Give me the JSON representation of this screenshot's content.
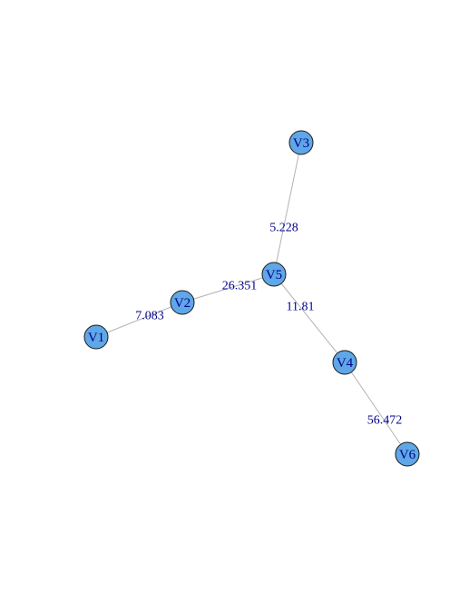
{
  "graph": {
    "colors": {
      "node_fill": "#5fa7e6",
      "node_stroke": "#1a1a1a",
      "edge": "#b3b3b3",
      "label": "#00008b"
    },
    "nodes": [
      {
        "id": "V1",
        "label": "V1"
      },
      {
        "id": "V2",
        "label": "V2"
      },
      {
        "id": "V3",
        "label": "V3"
      },
      {
        "id": "V4",
        "label": "V4"
      },
      {
        "id": "V5",
        "label": "V5"
      },
      {
        "id": "V6",
        "label": "V6"
      }
    ],
    "edges": [
      {
        "source": "V1",
        "target": "V2",
        "weight": "7.083"
      },
      {
        "source": "V2",
        "target": "V5",
        "weight": "26.351"
      },
      {
        "source": "V3",
        "target": "V5",
        "weight": "5.228"
      },
      {
        "source": "V5",
        "target": "V4",
        "weight": "11.81"
      },
      {
        "source": "V4",
        "target": "V6",
        "weight": "56.472"
      }
    ]
  }
}
